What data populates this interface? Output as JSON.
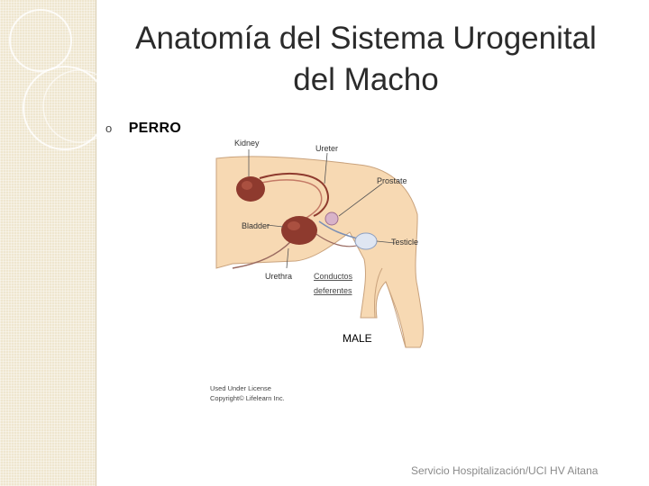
{
  "slide": {
    "title_line1": "Anatomía del Sistema Urogenital",
    "title_line2": "del Macho",
    "bullet_marker": "o",
    "bullet_text": "PERRO",
    "footer": "Servicio Hospitalización/UCI  HV Aitana"
  },
  "diagram": {
    "labels": {
      "kidney": "Kidney",
      "ureter": "Ureter",
      "prostate": "Prostate",
      "bladder": "Bladder",
      "testicle": "Testicle",
      "urethra": "Urethra",
      "conductos_1": "Conductos",
      "conductos_2": "deferentes",
      "caption": "MALE",
      "license_1": "Used Under License",
      "license_2": "Copyright© Lifelearn Inc."
    }
  },
  "colors": {
    "body_fill": "#f7d9b3",
    "organ": "#8e3a2e",
    "strip": "#efe6cf"
  }
}
